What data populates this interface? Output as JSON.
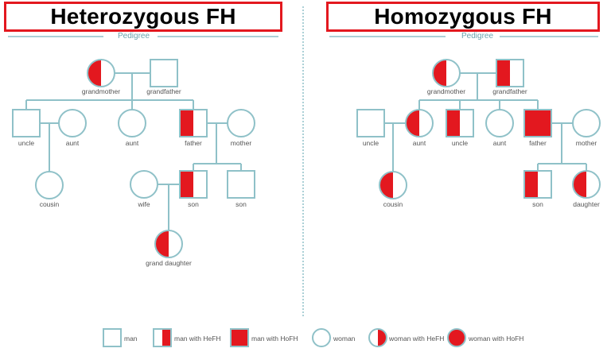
{
  "titles": {
    "left": "Heterozygous FH",
    "right": "Homozygous FH"
  },
  "subtitles": {
    "left": "Pedigree",
    "right": "Pedigree"
  },
  "colors": {
    "line": "#8fc1c8",
    "red": "#e3181f",
    "divider": "#8fc1c8"
  },
  "left_labels": {
    "grandmother": "grandmother",
    "grandfather": "grandfather",
    "uncle": "uncle",
    "aunt1": "aunt",
    "aunt2": "aunt",
    "father": "father",
    "mother": "mother",
    "cousin": "cousin",
    "wife": "wife",
    "son": "son",
    "son2": "son",
    "granddaughter": "grand daughter"
  },
  "right_labels": {
    "grandmother": "grandmother",
    "grandfather": "grandfather",
    "uncle1": "uncle",
    "aunt1": "aunt",
    "uncle2": "uncle",
    "aunt2": "aunt",
    "father": "father",
    "mother": "mother",
    "cousin": "cousin",
    "son": "son",
    "daughter": "daughter"
  },
  "legend": {
    "man": "man",
    "man_hefh": "man with HeFH",
    "man_hofh": "man with HoFH",
    "woman": "woman",
    "woman_hefh": "woman with HeFH",
    "woman_hofh": "woman with HoFH"
  }
}
